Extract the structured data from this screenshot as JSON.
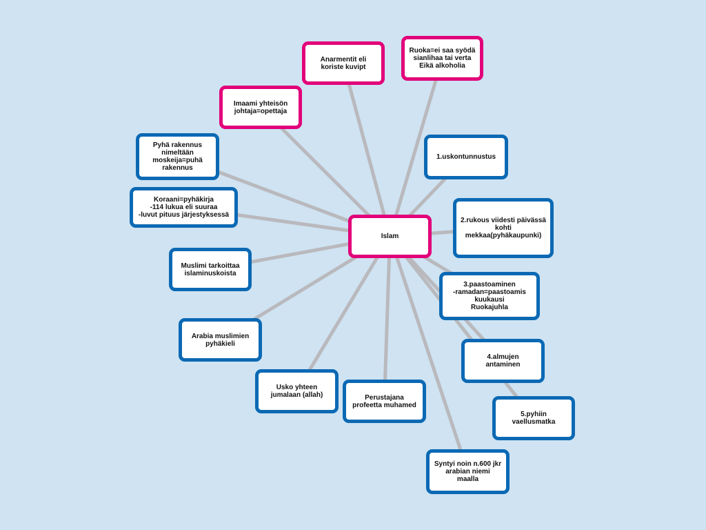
{
  "colors": {
    "background": "#cfe3f2",
    "blue": "#0b69b4",
    "pink": "#e2007a",
    "line": "#b9b9bd"
  },
  "center": {
    "label": "Islam"
  },
  "nodes": [
    {
      "id": "anarmentit",
      "label": "Anarmentit eli\nkoriste kuvipt",
      "color": "pink"
    },
    {
      "id": "ruoka",
      "label": "Ruoka=ei saa syödä\nsianlihaa tai verta\nEikä alkoholia",
      "color": "pink"
    },
    {
      "id": "imaami",
      "label": "Imaami yhteisön\njohtaja=opettaja",
      "color": "pink"
    },
    {
      "id": "pyha-rakennus",
      "label": "Pyhä rakennus\nnimeltään\nmoskeija=puhä\nrakennus",
      "color": "blue"
    },
    {
      "id": "koraani",
      "label": "Koraani=pyhäkirja\n-114 lukua eli suuraa\n-luvut pituus järjestyksessä",
      "color": "blue"
    },
    {
      "id": "muslimi",
      "label": "Muslimi tarkoittaa\nislaminuskoista",
      "color": "blue"
    },
    {
      "id": "arabia",
      "label": "Arabia muslimien\npyhäkieli",
      "color": "blue"
    },
    {
      "id": "usko",
      "label": "Usko yhteen\njumalaan (allah)",
      "color": "blue"
    },
    {
      "id": "perustajana",
      "label": "Perustajana\nprofeetta muhamed",
      "color": "blue"
    },
    {
      "id": "syntyi",
      "label": "Syntyi noin n.600 jkr\narabian niemi\nmaalla",
      "color": "blue"
    },
    {
      "id": "uskontunnustus",
      "label": "1.uskontunnustus",
      "color": "blue"
    },
    {
      "id": "rukous",
      "label": "2.rukous viidesti päivässä\nkohti\nmekkaa(pyhäkaupunki)",
      "color": "blue"
    },
    {
      "id": "paastoaminen",
      "label": "3.paastoaminen\n-ramadan=paastoamis\nkuukausi\nRuokajuhla",
      "color": "blue"
    },
    {
      "id": "almujen",
      "label": "4.almujen\nantaminen",
      "color": "blue"
    },
    {
      "id": "pyhiin",
      "label": "5.pyhiin\nvaellusmatka",
      "color": "blue"
    }
  ]
}
